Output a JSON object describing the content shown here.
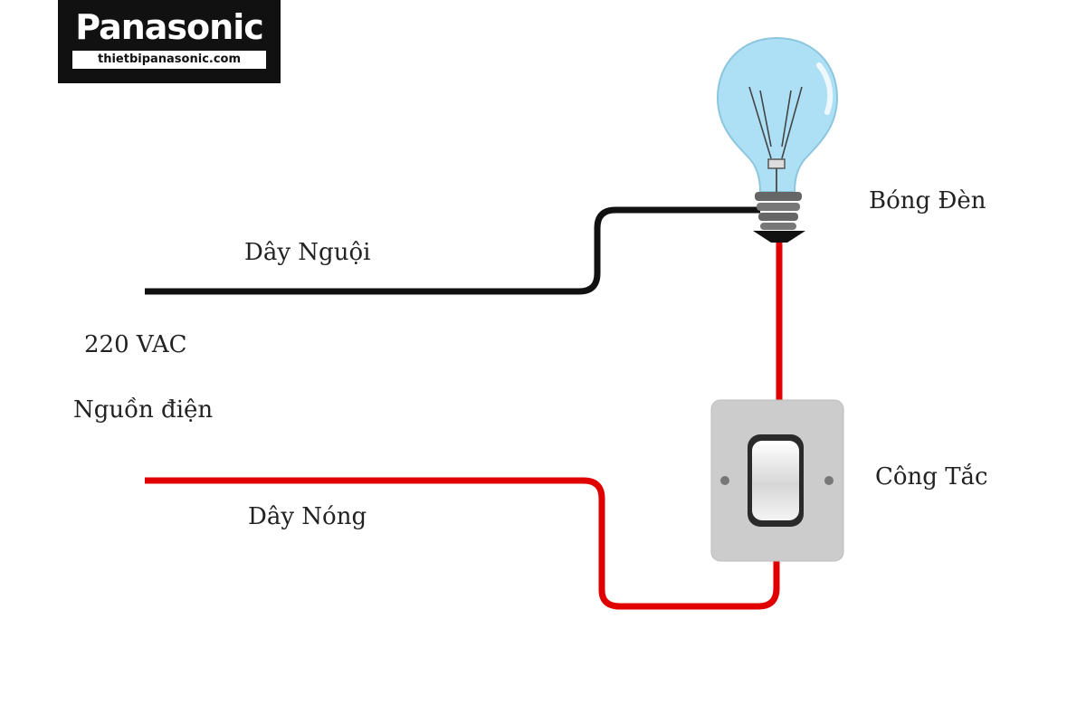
{
  "logo": {
    "brand": "Panasonic",
    "url": "thietbipanasonic.com"
  },
  "labels": {
    "neutral_wire": "Dây Nguội",
    "voltage": "220 VAC",
    "power_source": "Nguồn điện",
    "hot_wire": "Dây Nóng",
    "bulb": "Bóng Đèn",
    "switch": "Công Tắc"
  },
  "colors": {
    "neutral_wire": "#111111",
    "hot_wire": "#e00000",
    "bulb_glass": "#aee0f5",
    "switch_plate": "#cccccc"
  }
}
